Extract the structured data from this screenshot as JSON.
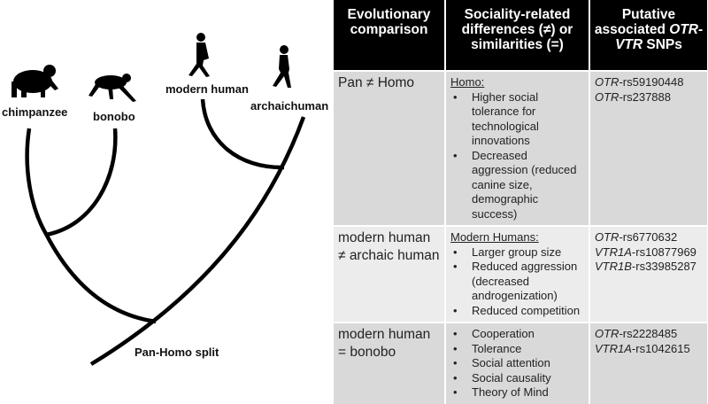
{
  "tree": {
    "labels": {
      "chimpanzee": "chimpanzee",
      "bonobo": "bonobo",
      "modern_human": "modern human",
      "archaic_human": "archaichuman",
      "split": "Pan-Homo split"
    },
    "icons": [
      "chimpanzee-silhouette-icon",
      "bonobo-silhouette-icon",
      "modern-human-silhouette-icon",
      "archaic-human-silhouette-icon"
    ]
  },
  "table": {
    "headers": [
      "Evolutionary comparison",
      "Sociality-related differences (≠) or similarities (=)",
      "Putative associated OTR-VTR SNPs"
    ],
    "header_snp": {
      "pre": "Putative associated ",
      "it1": "OTR-",
      "it2": "VTR",
      "post": " SNPs"
    },
    "rows": [
      {
        "comparison": "Pan ≠ Homo",
        "subheading": "Homo:",
        "items": [
          "Higher social tolerance for technological innovations",
          "Decreased aggression (reduced canine size, demographic success)"
        ],
        "snps": [
          {
            "gene": "OTR",
            "id": "-rs59190448"
          },
          {
            "gene": "OTR",
            "id": "-rs237888"
          }
        ]
      },
      {
        "comparison": "modern human ≠ archaic human",
        "subheading": "Modern Humans:",
        "items": [
          "Larger  group size",
          "Reduced aggression (decreased androgenization)",
          "Reduced competition"
        ],
        "snps": [
          {
            "gene": "OTR",
            "id": "-rs6770632"
          },
          {
            "gene": "VTR1A",
            "id": "-rs10877969"
          },
          {
            "gene": "VTR1B",
            "id": "-rs33985287"
          }
        ]
      },
      {
        "comparison": "modern human = bonobo",
        "items": [
          "Cooperation",
          "Tolerance",
          "Social attention",
          "Social causality",
          "Theory of Mind"
        ],
        "snps": [
          {
            "gene": "OTR",
            "id": "-rs2228485"
          },
          {
            "gene": "VTR1A",
            "id": "-rs1042615"
          }
        ]
      }
    ],
    "colors": {
      "header_bg": "#000000",
      "row_dark": "#d9d9d9",
      "row_light": "#ececec"
    }
  }
}
